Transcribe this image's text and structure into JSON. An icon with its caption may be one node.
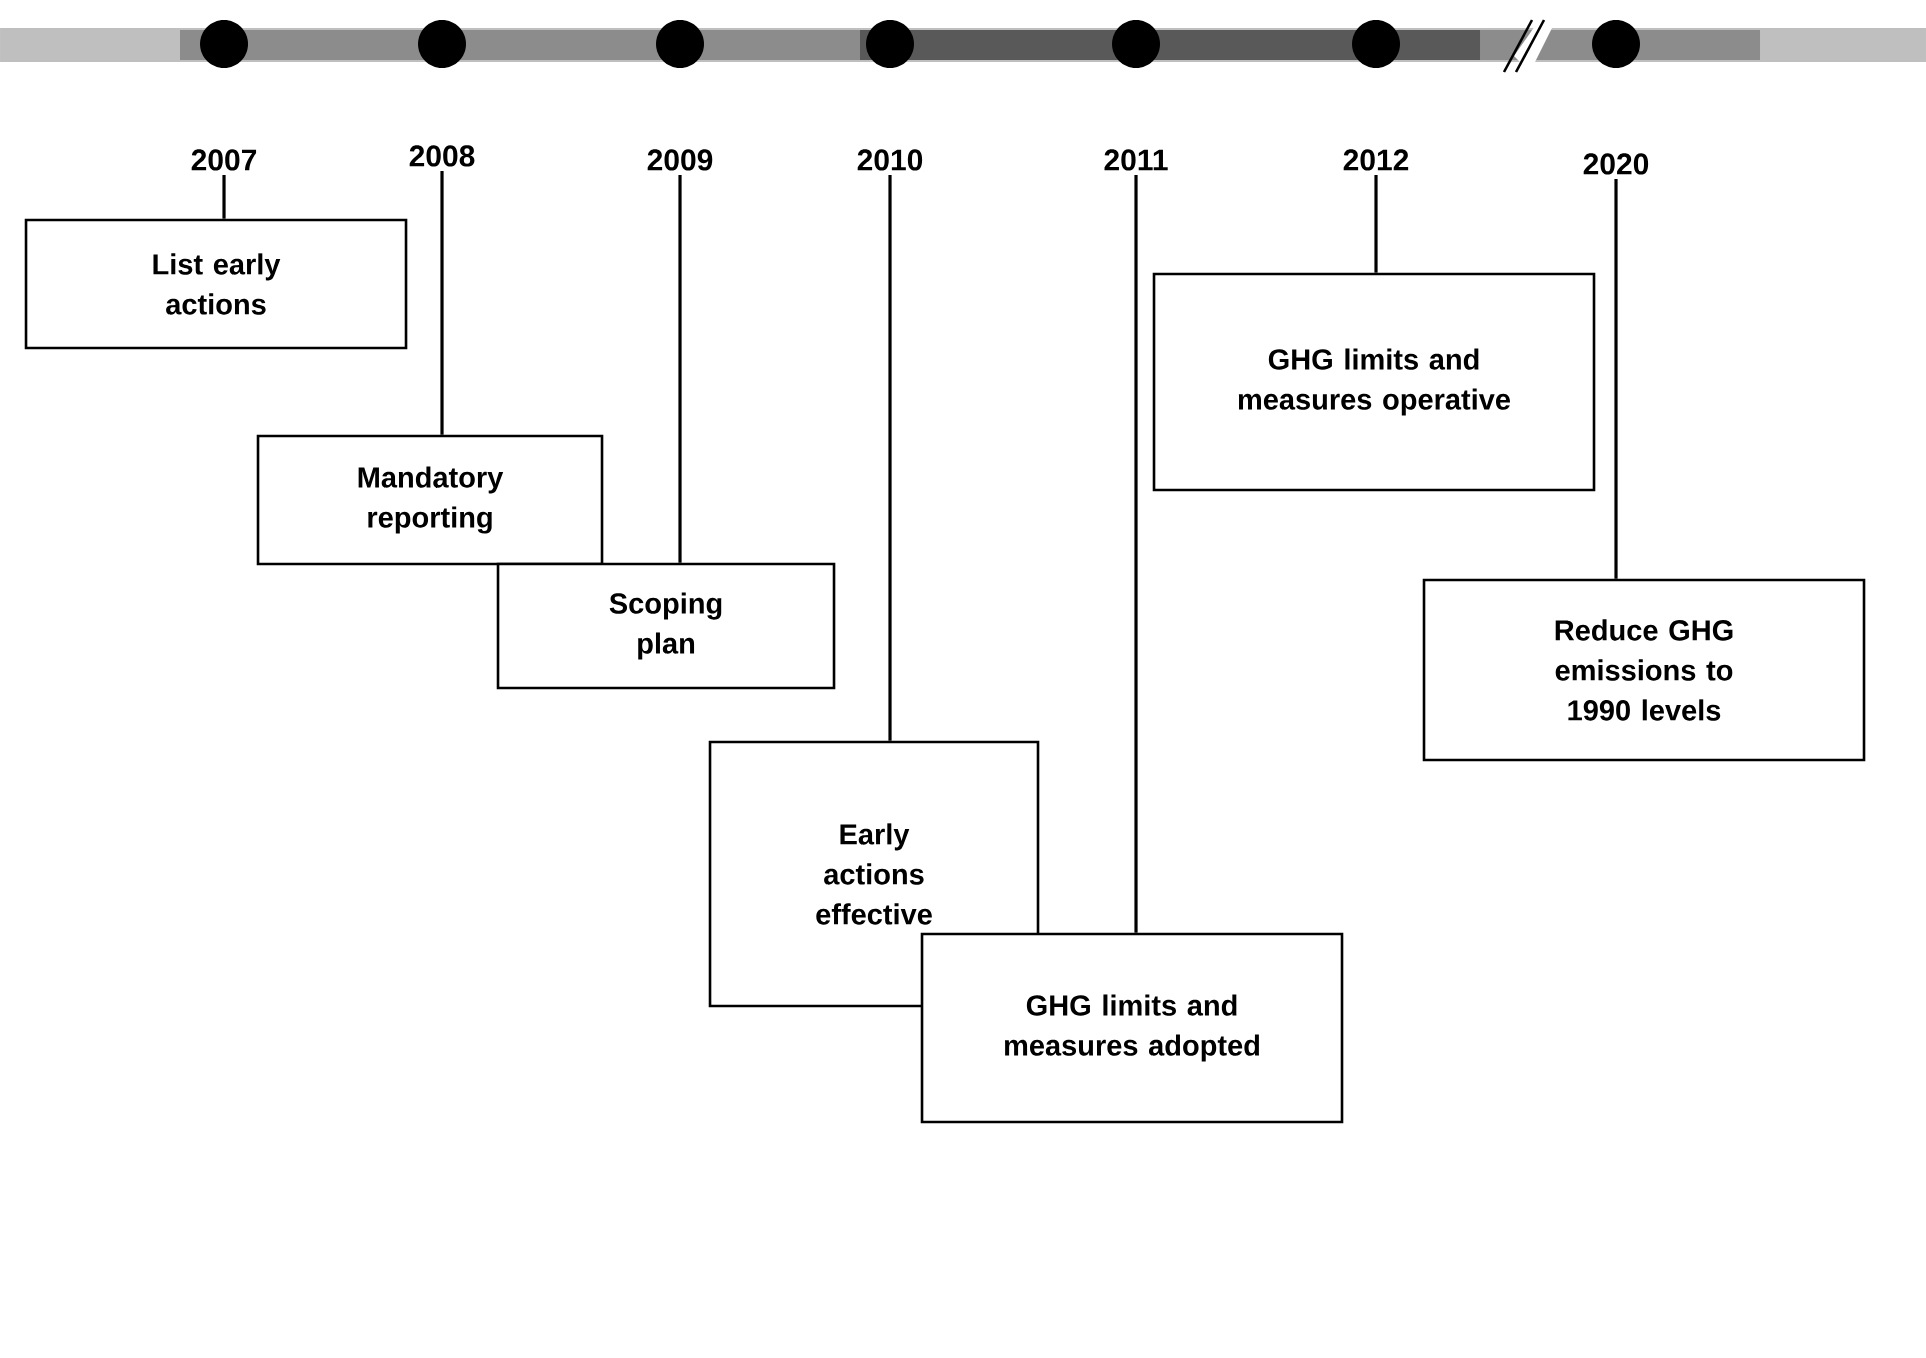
{
  "diagram": {
    "nodes": [
      {
        "text": [
          "2007"
        ]
      },
      {
        "text": [
          "2008"
        ]
      },
      {
        "text": [
          "2009"
        ]
      },
      {
        "text": [
          "2010"
        ]
      },
      {
        "text": [
          "2011"
        ]
      },
      {
        "text": [
          "2012"
        ]
      },
      {
        "text": [
          "2020"
        ]
      },
      {
        "text": [
          "List early actions"
        ]
      },
      {
        "text": [
          "Mandatory reporting"
        ]
      },
      {
        "text": [
          "Scoping plan"
        ]
      },
      {
        "text": [
          "Early actions effective"
        ]
      },
      {
        "text": [
          "GHG limits and measures adopted"
        ]
      },
      {
        "text": [
          "GHG limits and measures operative"
        ]
      },
      {
        "text": [
          "Reduce GHG emissions to 1990 levels"
        ]
      }
    ],
    "edges": [
      {
        "from": 0,
        "to": 7,
        "arrow": "none"
      },
      {
        "from": 1,
        "to": 8,
        "arrow": "none"
      },
      {
        "from": 2,
        "to": 9,
        "arrow": "none"
      },
      {
        "from": 3,
        "to": 10,
        "arrow": "none"
      },
      {
        "from": 4,
        "to": 11,
        "arrow": "none"
      },
      {
        "from": 5,
        "to": 12,
        "arrow": "none"
      },
      {
        "from": 6,
        "to": 13,
        "arrow": "none"
      }
    ]
  }
}
